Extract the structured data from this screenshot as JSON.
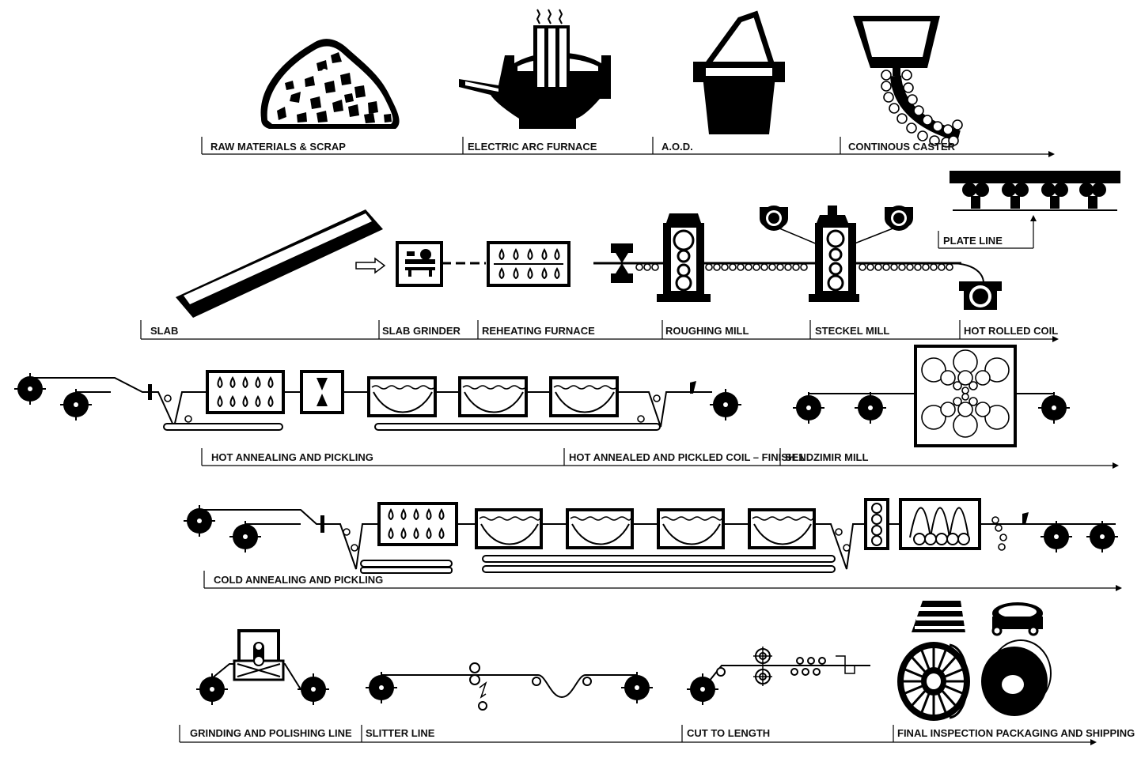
{
  "colors": {
    "ink": "#000000",
    "paper": "#ffffff"
  },
  "rows": [
    {
      "stages": [
        "RAW MATERIALS & SCRAP",
        "ELECTRIC  ARC  FURNACE",
        "A.O.D.",
        "CONTINOUS CASTER"
      ]
    },
    {
      "stages": [
        "SLAB",
        "SLAB GRINDER",
        "REHEATING  FURNACE",
        "ROUGHING MILL",
        "STECKEL MILL",
        "HOT ROLLED COIL"
      ],
      "branch": "PLATE LINE"
    },
    {
      "stages": [
        "HOT ANNEALING AND PICKLING",
        "HOT ANNEALED AND PICKLED COIL – FINISH 1",
        "SENDZIMIR MILL"
      ]
    },
    {
      "stages": [
        "COLD ANNEALING AND PICKLING"
      ]
    },
    {
      "stages": [
        "GRINDING AND POLISHING LINE",
        "SLITTER LINE",
        "CUT TO LENGTH",
        "FINAL INSPECTION PACKAGING AND SHIPPING"
      ]
    }
  ]
}
